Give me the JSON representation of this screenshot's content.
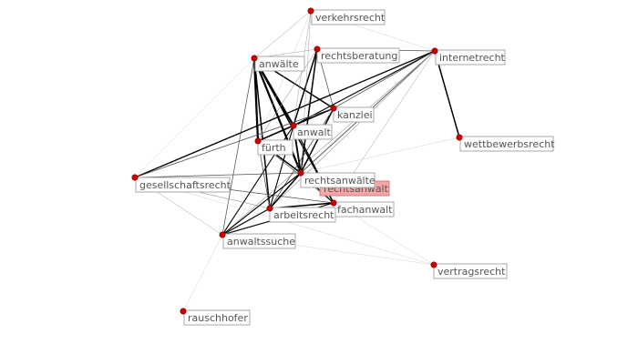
{
  "graph": {
    "node_color": "#cc0000",
    "highlight_color": "#f4a6a6",
    "nodes": [
      {
        "id": "verkehrsrecht",
        "label": "verkehrsrecht"
      },
      {
        "id": "anwaelte",
        "label": "anwälte"
      },
      {
        "id": "rechtsberatung",
        "label": "rechtsberatung"
      },
      {
        "id": "internetrecht",
        "label": "internetrecht"
      },
      {
        "id": "kanzlei",
        "label": "kanzlei"
      },
      {
        "id": "anwalt",
        "label": "anwalt"
      },
      {
        "id": "fuerth",
        "label": "fürth"
      },
      {
        "id": "wettbewerbsrecht",
        "label": "wettbewerbsrecht"
      },
      {
        "id": "gesellschaftsrecht",
        "label": "gesellschaftsrecht"
      },
      {
        "id": "rechtsanwaelte",
        "label": "rechtsanwälte"
      },
      {
        "id": "rechtsanwalt",
        "label": "rechtsanwalt",
        "highlight": true
      },
      {
        "id": "arbeitsrecht",
        "label": "arbeitsrecht"
      },
      {
        "id": "fachanwalt",
        "label": "fachanwalt"
      },
      {
        "id": "anwaltssuche",
        "label": "anwaltssuche"
      },
      {
        "id": "vertragsrecht",
        "label": "vertragsrecht"
      },
      {
        "id": "rauschhofer",
        "label": "rauschhofer"
      }
    ],
    "edges": [
      {
        "source": "anwaelte",
        "target": "rechtsanwaelte",
        "weight": 3
      },
      {
        "source": "anwaelte",
        "target": "anwalt",
        "weight": 3
      },
      {
        "source": "anwaelte",
        "target": "kanzlei",
        "weight": 2
      },
      {
        "source": "anwaelte",
        "target": "fuerth",
        "weight": 3
      },
      {
        "source": "anwaelte",
        "target": "fachanwalt",
        "weight": 2
      },
      {
        "source": "anwaelte",
        "target": "rechtsanwalt",
        "weight": 2
      },
      {
        "source": "anwaelte",
        "target": "arbeitsrecht",
        "weight": 2
      },
      {
        "source": "anwaelte",
        "target": "anwaltssuche",
        "weight": 1
      },
      {
        "source": "anwaelte",
        "target": "verkehrsrecht",
        "weight": 0.6
      },
      {
        "source": "anwaelte",
        "target": "rechtsberatung",
        "weight": 0.6
      },
      {
        "source": "anwaelte",
        "target": "gesellschaftsrecht",
        "weight": 0.5
      },
      {
        "source": "rechtsberatung",
        "target": "rechtsanwaelte",
        "weight": 2
      },
      {
        "source": "rechtsberatung",
        "target": "anwalt",
        "weight": 2
      },
      {
        "source": "rechtsberatung",
        "target": "rechtsanwalt",
        "weight": 1.5
      },
      {
        "source": "rechtsberatung",
        "target": "internetrecht",
        "weight": 1
      },
      {
        "source": "rechtsberatung",
        "target": "kanzlei",
        "weight": 1
      },
      {
        "source": "rechtsberatung",
        "target": "fuerth",
        "weight": 0.7
      },
      {
        "source": "verkehrsrecht",
        "target": "rechtsanwaelte",
        "weight": 0.6
      },
      {
        "source": "verkehrsrecht",
        "target": "anwalt",
        "weight": 0.6
      },
      {
        "source": "verkehrsrecht",
        "target": "internetrecht",
        "weight": 0.4
      },
      {
        "source": "verkehrsrecht",
        "target": "fuerth",
        "weight": 0.4
      },
      {
        "source": "internetrecht",
        "target": "wettbewerbsrecht",
        "weight": 2
      },
      {
        "source": "internetrecht",
        "target": "anwalt",
        "weight": 1.5
      },
      {
        "source": "internetrecht",
        "target": "gesellschaftsrecht",
        "weight": 1.8
      },
      {
        "source": "internetrecht",
        "target": "rechtsanwaelte",
        "weight": 1.2
      },
      {
        "source": "internetrecht",
        "target": "kanzlei",
        "weight": 1
      },
      {
        "source": "internetrecht",
        "target": "arbeitsrecht",
        "weight": 0.8
      },
      {
        "source": "internetrecht",
        "target": "anwaltssuche",
        "weight": 0.8
      },
      {
        "source": "internetrecht",
        "target": "fachanwalt",
        "weight": 0.6
      },
      {
        "source": "internetrecht",
        "target": "rechtsanwalt",
        "weight": 0.8
      },
      {
        "source": "kanzlei",
        "target": "anwalt",
        "weight": 2
      },
      {
        "source": "kanzlei",
        "target": "rechtsanwaelte",
        "weight": 2
      },
      {
        "source": "kanzlei",
        "target": "fuerth",
        "weight": 1.5
      },
      {
        "source": "kanzlei",
        "target": "gesellschaftsrecht",
        "weight": 1.2
      },
      {
        "source": "kanzlei",
        "target": "rechtsanwalt",
        "weight": 1.5
      },
      {
        "source": "kanzlei",
        "target": "arbeitsrecht",
        "weight": 1
      },
      {
        "source": "anwalt",
        "target": "rechtsanwaelte",
        "weight": 2.5
      },
      {
        "source": "anwalt",
        "target": "rechtsanwalt",
        "weight": 2.5
      },
      {
        "source": "anwalt",
        "target": "fuerth",
        "weight": 2
      },
      {
        "source": "anwalt",
        "target": "arbeitsrecht",
        "weight": 1.5
      },
      {
        "source": "anwalt",
        "target": "anwaltssuche",
        "weight": 1.5
      },
      {
        "source": "anwalt",
        "target": "fachanwalt",
        "weight": 1.5
      },
      {
        "source": "fuerth",
        "target": "rechtsanwaelte",
        "weight": 2
      },
      {
        "source": "fuerth",
        "target": "rechtsanwalt",
        "weight": 1.5
      },
      {
        "source": "fuerth",
        "target": "fachanwalt",
        "weight": 1
      },
      {
        "source": "fuerth",
        "target": "arbeitsrecht",
        "weight": 1
      },
      {
        "source": "gesellschaftsrecht",
        "target": "rechtsanwaelte",
        "weight": 1
      },
      {
        "source": "gesellschaftsrecht",
        "target": "fachanwalt",
        "weight": 1
      },
      {
        "source": "gesellschaftsrecht",
        "target": "arbeitsrecht",
        "weight": 0.8
      },
      {
        "source": "gesellschaftsrecht",
        "target": "anwaltssuche",
        "weight": 0.6
      },
      {
        "source": "gesellschaftsrecht",
        "target": "rechtsanwalt",
        "weight": 0.8
      },
      {
        "source": "gesellschaftsrecht",
        "target": "vertragsrecht",
        "weight": 0.4
      },
      {
        "source": "rechtsanwaelte",
        "target": "rechtsanwalt",
        "weight": 2
      },
      {
        "source": "rechtsanwaelte",
        "target": "arbeitsrecht",
        "weight": 2
      },
      {
        "source": "rechtsanwaelte",
        "target": "fachanwalt",
        "weight": 1.5
      },
      {
        "source": "rechtsanwaelte",
        "target": "anwaltssuche",
        "weight": 1.5
      },
      {
        "source": "rechtsanwaelte",
        "target": "wettbewerbsrecht",
        "weight": 0.5
      },
      {
        "source": "rechtsanwalt",
        "target": "arbeitsrecht",
        "weight": 1.5
      },
      {
        "source": "rechtsanwalt",
        "target": "fachanwalt",
        "weight": 1.5
      },
      {
        "source": "rechtsanwalt",
        "target": "anwaltssuche",
        "weight": 1.2
      },
      {
        "source": "arbeitsrecht",
        "target": "fachanwalt",
        "weight": 2
      },
      {
        "source": "arbeitsrecht",
        "target": "anwaltssuche",
        "weight": 1.5
      },
      {
        "source": "fachanwalt",
        "target": "anwaltssuche",
        "weight": 1.5
      },
      {
        "source": "fachanwalt",
        "target": "vertragsrecht",
        "weight": 0.4
      },
      {
        "source": "anwaltssuche",
        "target": "vertragsrecht",
        "weight": 0.4
      },
      {
        "source": "anwaltssuche",
        "target": "rauschhofer",
        "weight": 0.2
      },
      {
        "source": "anwaltssuche",
        "target": "gesellschaftsrecht",
        "weight": 0.5
      }
    ]
  }
}
